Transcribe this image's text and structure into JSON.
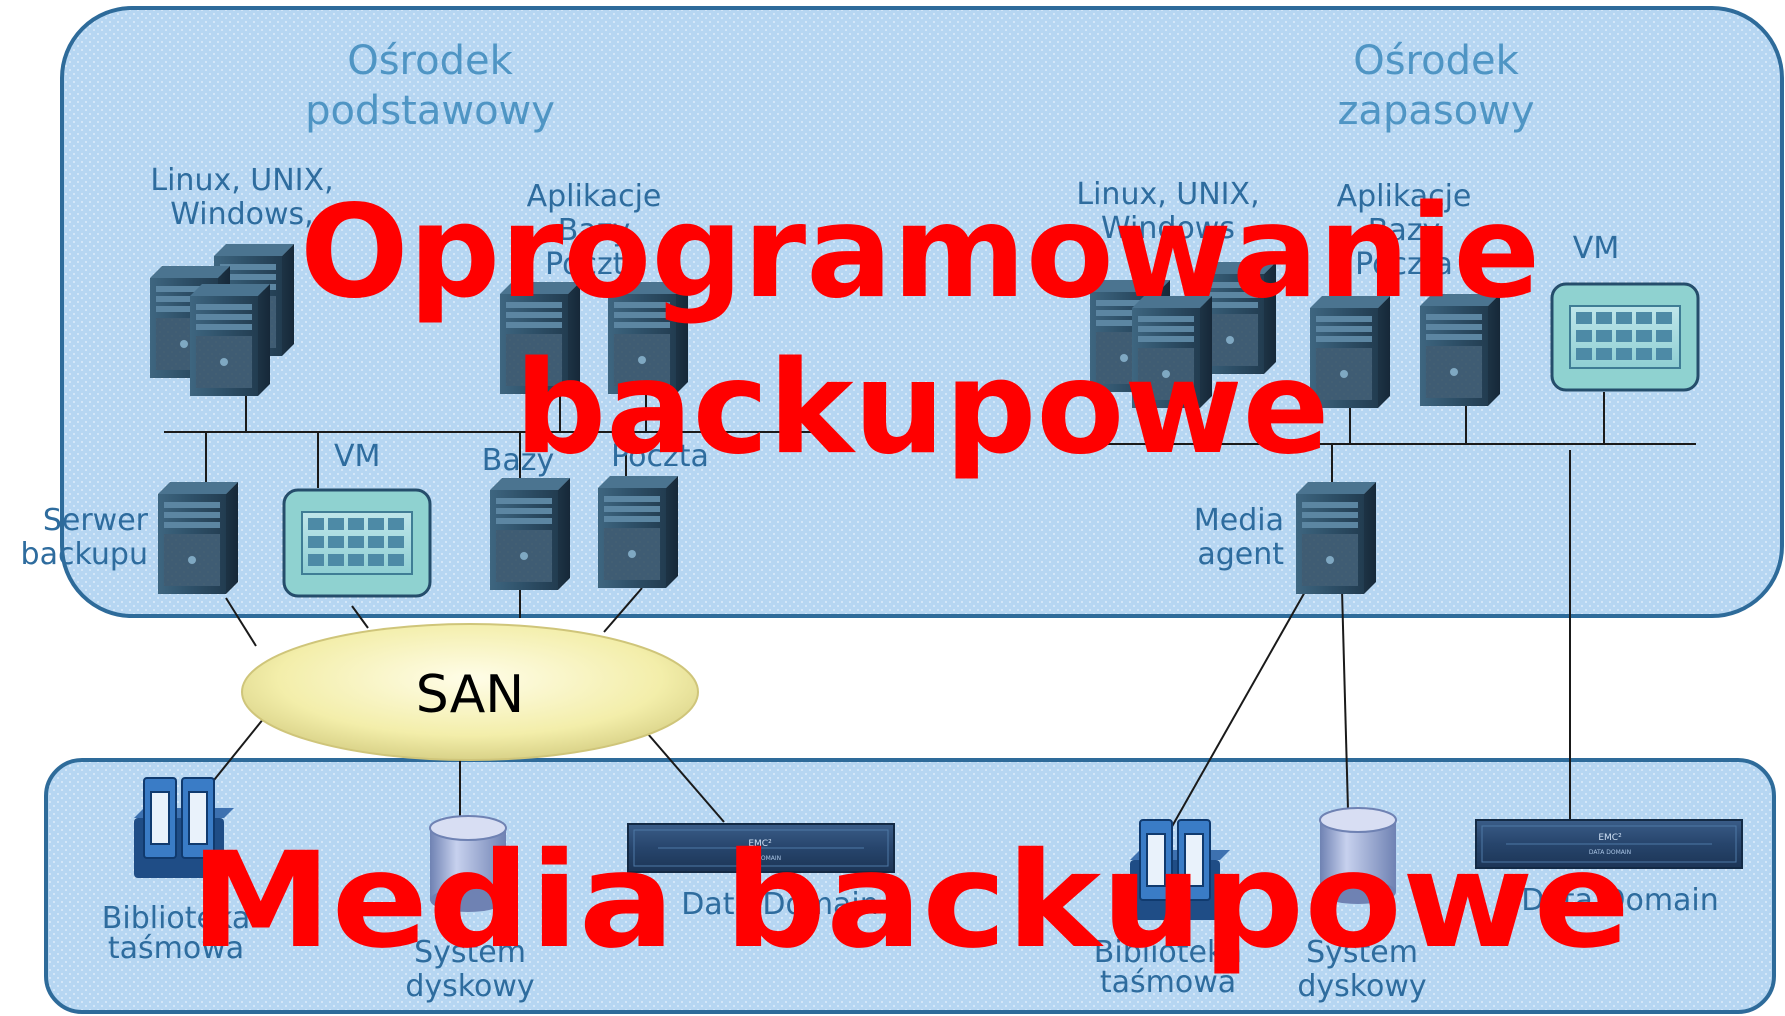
{
  "sites": {
    "primary": {
      "line1": "Ośrodek",
      "line2": "podstawowy"
    },
    "secondary": {
      "line1": "Ośrodek",
      "line2": "zapasowy"
    }
  },
  "primary_site": {
    "servers_label": {
      "line1": "Linux, UNIX,",
      "line2": "Windows,"
    },
    "apps_label": {
      "line1": "Aplikacje",
      "line2": "Bazy",
      "line3": "Poczta"
    },
    "backup_server_label": {
      "line1": "Serwer",
      "line2": "backupu"
    },
    "vm_label": "VM",
    "db_label": "Bazy",
    "mail_label": "Poczta"
  },
  "secondary_site": {
    "servers_label": {
      "line1": "Linux, UNIX,",
      "line2": "Windows"
    },
    "apps_label": {
      "line1": "Aplikacje",
      "line2": "Bazy",
      "line3": "Poczta"
    },
    "vm_label": "VM",
    "media_agent_label": {
      "line1": "Media",
      "line2": "agent"
    }
  },
  "san": {
    "label": "SAN"
  },
  "media": {
    "tape_library_1": {
      "line1": "Biblioteka",
      "line2": "taśmowa"
    },
    "disk_system_1": {
      "line1": "System",
      "line2": "dyskowy"
    },
    "data_domain_1": "Data Domain",
    "tape_library_2": {
      "line1": "Biblioteka",
      "line2": "taśmowa"
    },
    "disk_system_2": {
      "line1": "System",
      "line2": "dyskowy"
    },
    "data_domain_2": "Data Domain",
    "emc_badge": "EMC²",
    "dd_badge": "DATA DOMAIN"
  },
  "overlay": {
    "software_line1": "Oprogramowanie",
    "software_line2": "backupowe",
    "media_title": "Media backupowe"
  },
  "colors": {
    "zone_fill": "#b6d6f2",
    "zone_border": "#2e6b9a",
    "label_text": "#2e6c9e",
    "site_title": "#4f95c4",
    "server_dark": "#2f4e66",
    "san_fill": "#f7f3b8",
    "overlay_red": "#ff0000"
  }
}
